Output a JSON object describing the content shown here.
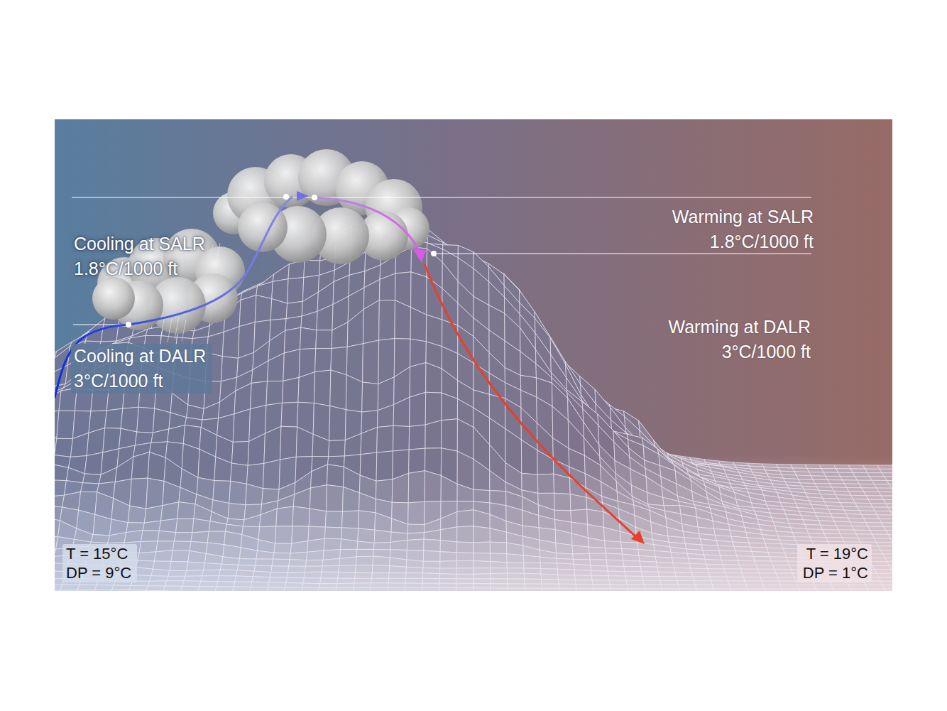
{
  "diagram": {
    "labels": [
      "Cooling at SALR 1.8°C/1000 ft",
      "Cooling at DALR 3°C/1000 ft",
      "Warming at SALR 1.8°C/1000 ft",
      "Warming at DALR 3°C/1000 ft",
      "T = 15°C DP = 9°C",
      "T = 19°C DP = 1°C"
    ]
  }
}
